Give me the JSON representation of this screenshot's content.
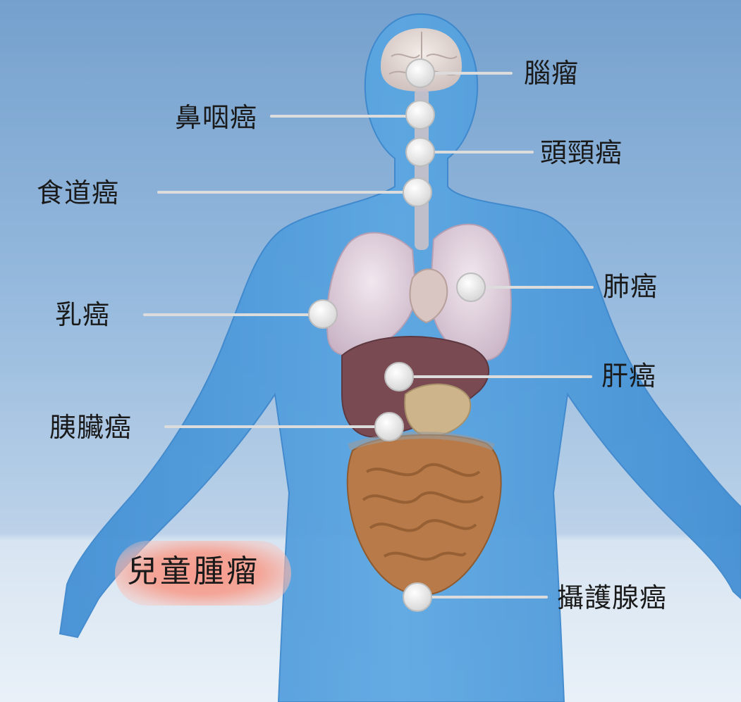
{
  "labels": {
    "brain": "腦瘤",
    "nasopharynx": "鼻咽癌",
    "head_neck": "頭頸癌",
    "esophagus": "食道癌",
    "lung": "肺癌",
    "breast": "乳癌",
    "liver": "肝癌",
    "pancreas": "胰臟癌",
    "prostate": "攝護腺癌",
    "childhood": "兒童腫瘤"
  },
  "colors": {
    "background": "#7fa9d4",
    "body": "#4d97d6",
    "marker": "#e6e6e6",
    "leader": "#d9d9d9",
    "highlight": "#f59d90"
  }
}
